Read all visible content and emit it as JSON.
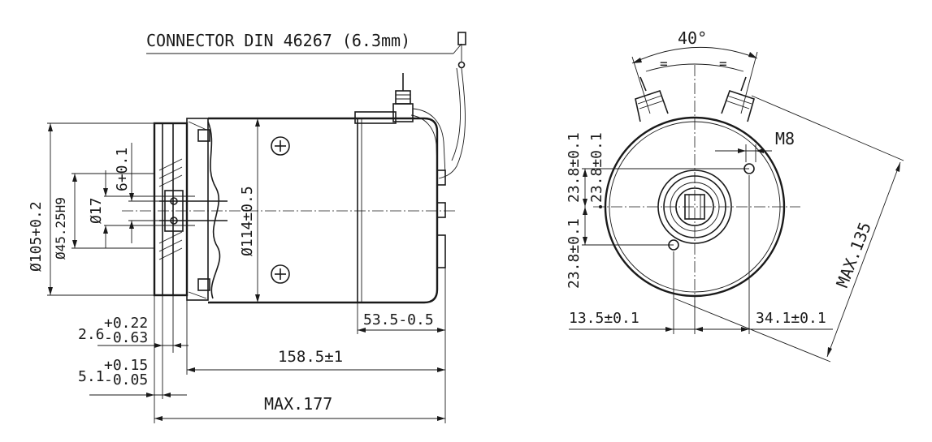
{
  "side_view": {
    "connector_label": "CONNECTOR DIN 46267 (6.3mm)",
    "dim_flange_dia": "Ø105+0.2",
    "dim_pilot_dia": "Ø45.25H9",
    "dim_shaft_dia": "Ø17",
    "dim_key": "6+0.1",
    "dim_body_dia": "Ø114±0.5",
    "dim_end_cap": "53.5-0.5",
    "dim_flange_thk_nom": "2.6",
    "dim_flange_thk_tol_up": "+0.22",
    "dim_flange_thk_tol_dn": "-0.63",
    "dim_spigot_nom": "5.1",
    "dim_spigot_tol_up": "+0.15",
    "dim_spigot_tol_dn": "-0.05",
    "dim_body_len": "158.5±1",
    "dim_total_len": "MAX.177"
  },
  "end_view": {
    "dim_angle": "40°",
    "equal_mark_left": "=",
    "equal_mark_right": "=",
    "dim_thread": "M8",
    "dim_upper_hole": "23.8±0.1",
    "dim_upper_hole_2": "23.8±0.1",
    "dim_lower_hole": "23.8±0.1",
    "dim_left_offset": "13.5±0.1",
    "dim_right_offset": "34.1±0.1",
    "dim_diagonal": "MAX.135"
  }
}
